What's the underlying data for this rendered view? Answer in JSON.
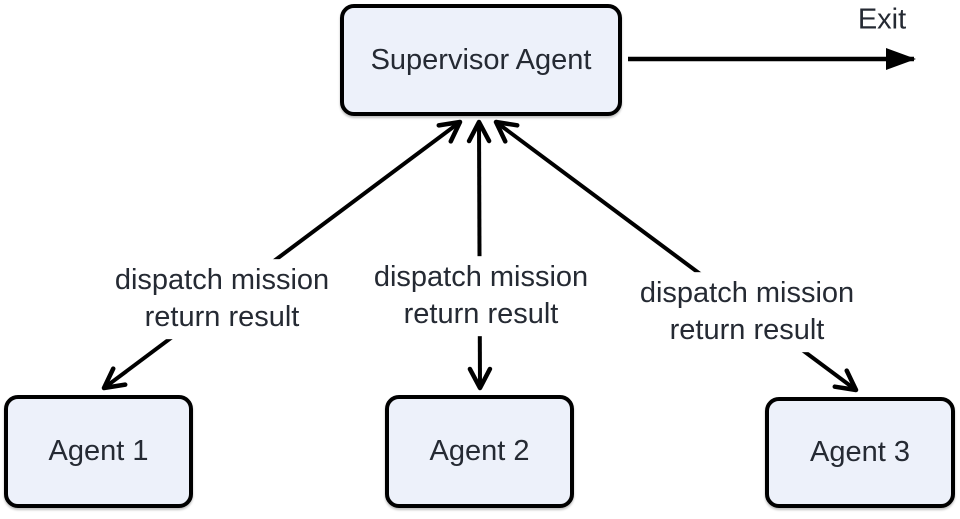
{
  "colors": {
    "background": "#ffffff",
    "node_fill": "#edf1fa",
    "node_border": "#000000",
    "edge_stroke": "#000000",
    "text": "#252a33"
  },
  "nodes": {
    "supervisor": {
      "label": "Supervisor Agent"
    },
    "agent1": {
      "label": "Agent 1"
    },
    "agent2": {
      "label": "Agent 2"
    },
    "agent3": {
      "label": "Agent 3"
    }
  },
  "edges": [
    {
      "from": "Supervisor Agent",
      "to": "Agent 1",
      "direction": "bidirectional",
      "lines": [
        "dispatch mission",
        "return result"
      ]
    },
    {
      "from": "Supervisor Agent",
      "to": "Agent 2",
      "direction": "bidirectional",
      "lines": [
        "dispatch mission",
        "return result"
      ]
    },
    {
      "from": "Supervisor Agent",
      "to": "Agent 3",
      "direction": "bidirectional",
      "lines": [
        "dispatch mission",
        "return result"
      ]
    },
    {
      "from": "Supervisor Agent",
      "to": "exit",
      "direction": "forward",
      "lines": [
        "Exit"
      ]
    }
  ]
}
